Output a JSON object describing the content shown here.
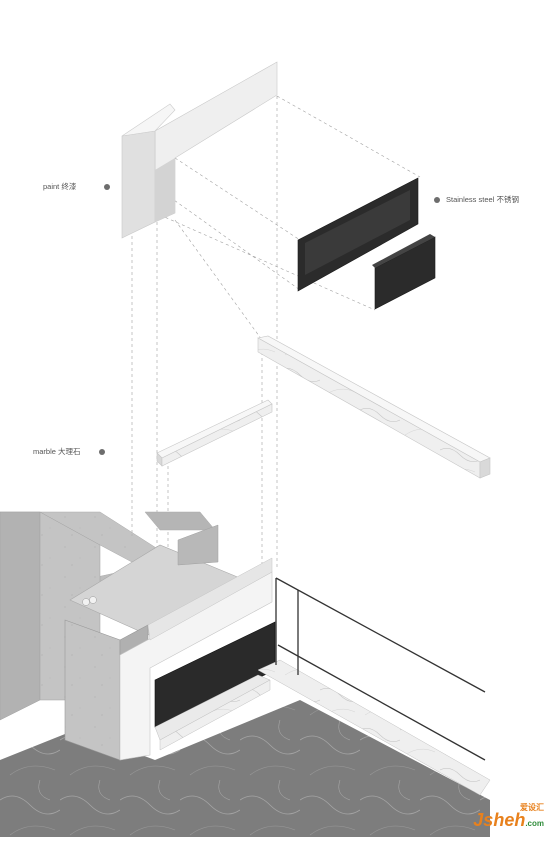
{
  "labels": {
    "paint": "paint 终漆",
    "stainless": "Stainless steel 不锈钢",
    "marble": "marble 大理石"
  },
  "watermark": {
    "brand": "Jsheh",
    "cn": "爱设汇",
    "domain": ".com"
  },
  "colors": {
    "paint_face": "#ebebeb",
    "steel_face": "#2b2b2b",
    "marble_face": "#f2f2f2",
    "concrete": "#c9c9c9",
    "floor": "#8a8a8a",
    "guide_line": "#9a9a9a",
    "brand_orange": "#e8811d",
    "brand_green": "#2f8c3a"
  }
}
